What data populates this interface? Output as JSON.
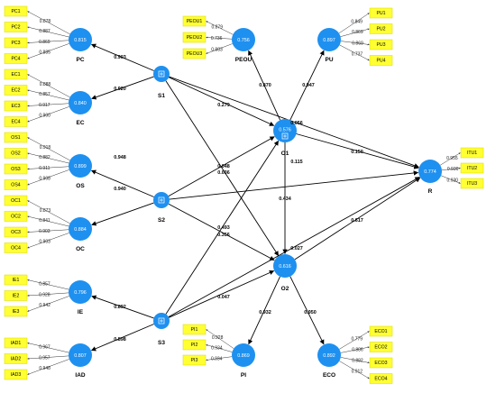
{
  "model": {
    "formative": [
      "S1",
      "S2",
      "S3"
    ],
    "reflective": {
      "PC": {
        "name": "PC",
        "value": "0.815",
        "indicators": [
          "PC1",
          "PC2",
          "PC3",
          "PC4"
        ],
        "loadings": [
          "0.878",
          "0.887",
          "0.869",
          "0.885"
        ]
      },
      "EC": {
        "name": "EC",
        "value": "0.840",
        "indicators": [
          "EC1",
          "EC2",
          "EC3",
          "EC4"
        ],
        "loadings": [
          "0.888",
          "0.857",
          "0.917",
          "0.900"
        ]
      },
      "OS": {
        "name": "OS",
        "value": "0.899",
        "indicators": [
          "OS1",
          "OS2",
          "OS3",
          "OS4"
        ],
        "loadings": [
          "0.918",
          "0.882",
          "0.911",
          "0.908"
        ]
      },
      "OC": {
        "name": "OC",
        "value": "0.884",
        "indicators": [
          "OC1",
          "OC2",
          "OC3",
          "OC4"
        ],
        "loadings": [
          "0.873",
          "0.841",
          "0.903",
          "0.903"
        ]
      },
      "IE": {
        "name": "IE",
        "value": "0.796",
        "indicators": [
          "IE1",
          "IE2",
          "IE3"
        ],
        "loadings": [
          "0.857",
          "0.928",
          "0.942"
        ]
      },
      "IAD": {
        "name": "IAD",
        "value": "0.807",
        "indicators": [
          "IAD1",
          "IAD2",
          "IAD3"
        ],
        "loadings": [
          "0.967",
          "0.957",
          "0.948"
        ]
      },
      "PEOU": {
        "name": "PEOU",
        "value": "0.756",
        "indicators": [
          "PEOU1",
          "PEOU2",
          "PEOU3"
        ],
        "loadings": [
          "0.879",
          "0.736",
          "0.883"
        ]
      },
      "PU": {
        "name": "PU",
        "value": "0.897",
        "indicators": [
          "PU1",
          "PU2",
          "PU3",
          "PU4"
        ],
        "loadings": [
          "0.849",
          "0.869",
          "0.869",
          "0.737"
        ]
      },
      "O1": {
        "name": "O1",
        "value": "0.576",
        "indicators": [],
        "loadings": []
      },
      "O2": {
        "name": "O2",
        "value": "0.616",
        "indicators": [],
        "loadings": []
      },
      "R": {
        "name": "R",
        "value": "0.774",
        "indicators": [
          "ITU1",
          "ITU2",
          "ITU3"
        ],
        "loadings": [
          "0.955",
          "0.936",
          "0.930"
        ]
      },
      "PI": {
        "name": "PI",
        "value": "0.869",
        "indicators": [
          "PI1",
          "PI2",
          "PI3"
        ],
        "loadings": [
          "0.928",
          "0.934",
          "0.934"
        ]
      },
      "ECO": {
        "name": "ECO",
        "value": "0.892",
        "indicators": [
          "ECO1",
          "ECO2",
          "ECO3",
          "ECO4"
        ],
        "loadings": [
          "0.779",
          "0.886",
          "0.882",
          "0.912"
        ]
      }
    },
    "paths": [
      {
        "from": "S1",
        "to": "PC",
        "coef": "0.903"
      },
      {
        "from": "S1",
        "to": "EC",
        "coef": "0.920"
      },
      {
        "from": "S2",
        "to": "OS",
        "coef": "0.948"
      },
      {
        "from": "S2",
        "to": "OC",
        "coef": "0.940"
      },
      {
        "from": "S3",
        "to": "IE",
        "coef": "0.892"
      },
      {
        "from": "S3",
        "to": "IAD",
        "coef": "0.898"
      },
      {
        "from": "O1",
        "to": "PEOU",
        "coef": "0.870"
      },
      {
        "from": "O1",
        "to": "PU",
        "coef": "0.947"
      },
      {
        "from": "O2",
        "to": "PI",
        "coef": "0.932"
      },
      {
        "from": "O2",
        "to": "ECO",
        "coef": "0.950"
      },
      {
        "from": "S1",
        "to": "O1",
        "coef": "0.279"
      },
      {
        "from": "S1",
        "to": "R",
        "coef": "0.056"
      },
      {
        "from": "S1",
        "to": "O2",
        "coef": "0.048"
      },
      {
        "from": "S2",
        "to": "O1",
        "coef": "0.036"
      },
      {
        "from": "S2",
        "to": "R",
        "coef": "0.115"
      },
      {
        "from": "S2",
        "to": "O2",
        "coef": "0.356"
      },
      {
        "from": "S3",
        "to": "O1",
        "coef": "0.493"
      },
      {
        "from": "S3",
        "to": "O2",
        "coef": "0.047"
      },
      {
        "from": "S3",
        "to": "R",
        "coef": "0.027"
      },
      {
        "from": "O1",
        "to": "R",
        "coef": "0.150"
      },
      {
        "from": "O1",
        "to": "O2",
        "coef": "0.434"
      },
      {
        "from": "O2",
        "to": "R",
        "coef": "0.617"
      }
    ]
  }
}
